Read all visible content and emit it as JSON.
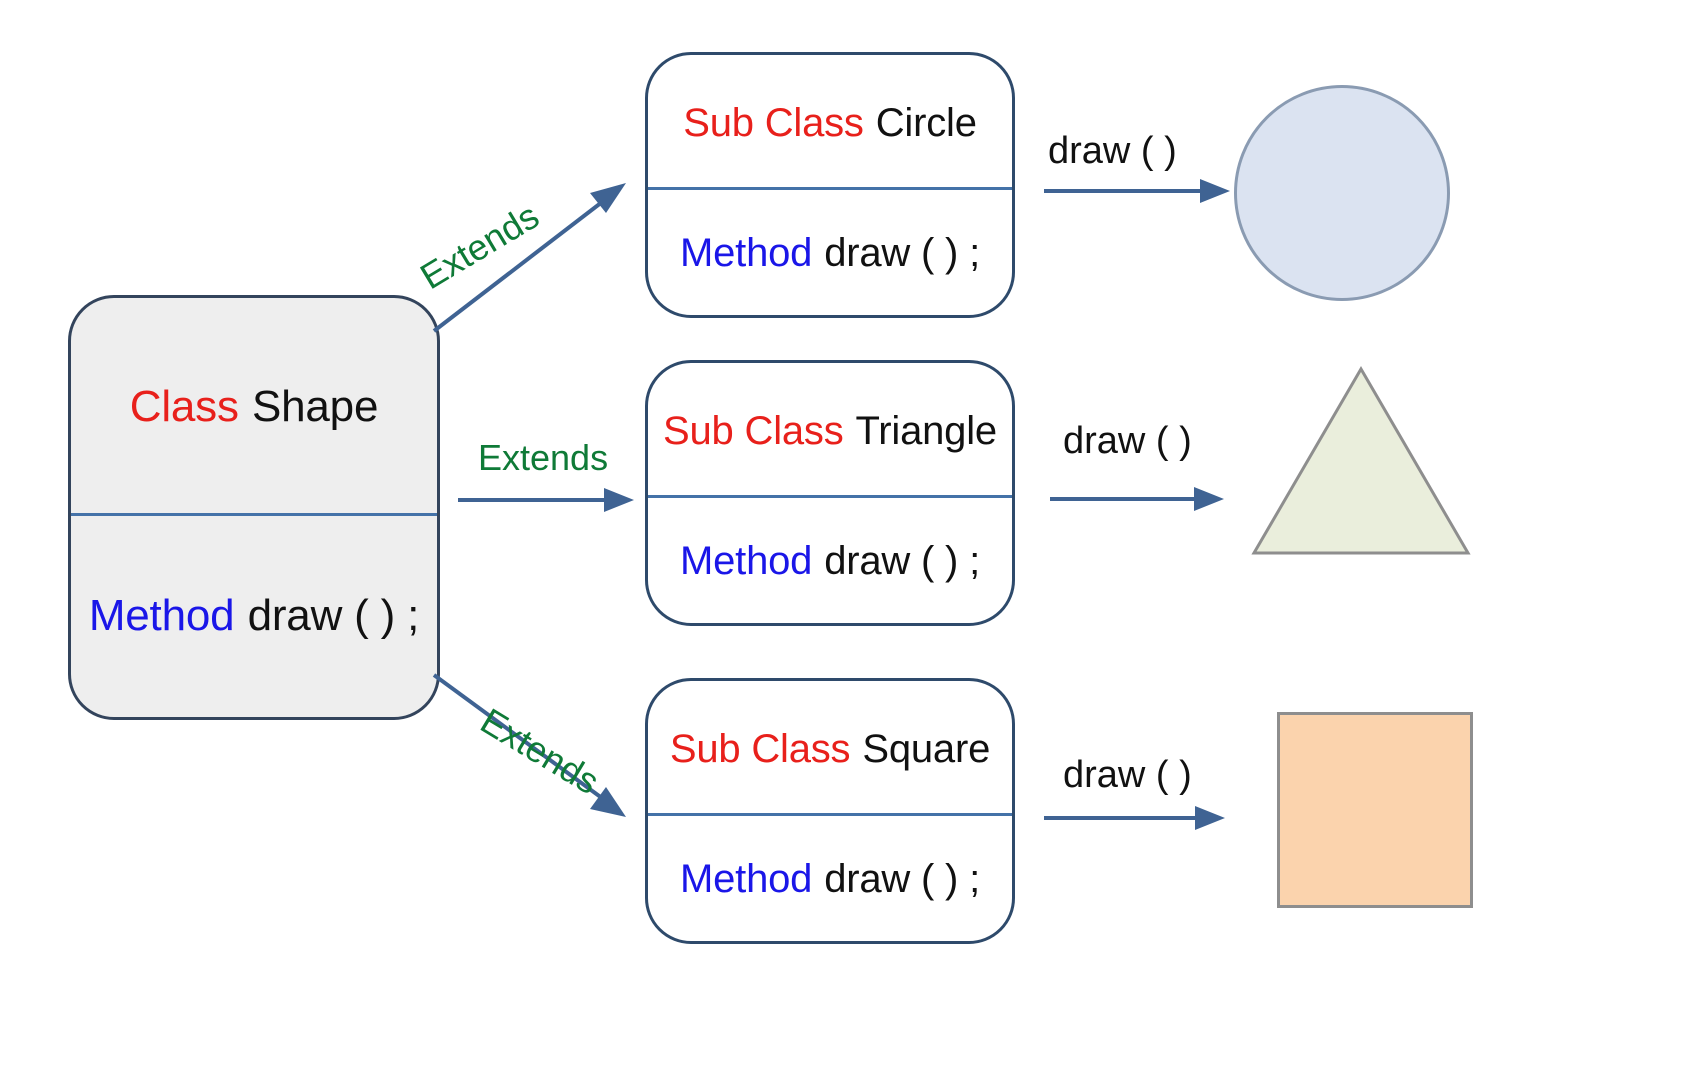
{
  "diagram": {
    "title": "Shape class inheritance diagram",
    "colors": {
      "keyword_class": "#e8201b",
      "keyword_method": "#1a16e8",
      "identifier": "#111111",
      "extends_label": "#0f7a37",
      "arrow": "#3f6393",
      "box_border": "#2e4a6b",
      "divider": "#4472a8",
      "parent_box_fill": "#eeeeee",
      "circle_fill": "#dbe3f1",
      "circle_stroke": "#8a9bb2",
      "triangle_fill": "#eaeedc",
      "triangle_stroke": "#8e8e8e",
      "square_fill": "#fbd3ad",
      "square_stroke": "#8e8e8e"
    }
  },
  "parent_class": {
    "keyword": "Class",
    "name": "Shape",
    "method_keyword": "Method",
    "method_signature": "draw ( ) ;"
  },
  "subclasses": [
    {
      "keyword": "Sub Class",
      "name": "Circle",
      "method_keyword": "Method",
      "method_signature": "draw ( ) ;",
      "extends_label": "Extends",
      "draw_label": "draw ( )",
      "result_shape": "circle"
    },
    {
      "keyword": "Sub Class",
      "name": "Triangle",
      "method_keyword": "Method",
      "method_signature": "draw ( ) ;",
      "extends_label": "Extends",
      "draw_label": "draw ( )",
      "result_shape": "triangle"
    },
    {
      "keyword": "Sub Class",
      "name": "Square",
      "method_keyword": "Method",
      "method_signature": "draw ( ) ;",
      "extends_label": "Extends",
      "draw_label": "draw ( )",
      "result_shape": "square"
    }
  ]
}
